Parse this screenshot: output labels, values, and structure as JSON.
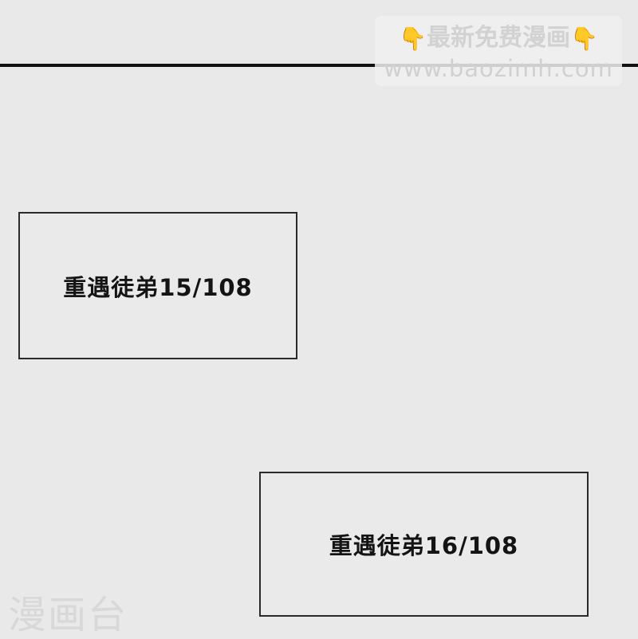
{
  "page": {
    "background_color": "#e9e9e9"
  },
  "watermark": {
    "headline": "最新免费漫画",
    "url": "www.baozimh.com",
    "left_icon": "pointing-down-hand",
    "right_icon": "pointing-down-hand",
    "left_glyph": "👇",
    "right_glyph": "👇"
  },
  "captions": [
    {
      "text": "重遇徒弟15/108",
      "chapter": "重遇徒弟",
      "page": 15,
      "total": 108
    },
    {
      "text": "重遇徒弟16/108",
      "chapter": "重遇徒弟",
      "page": 16,
      "total": 108
    }
  ],
  "corner_watermark": {
    "text": "漫画台"
  }
}
